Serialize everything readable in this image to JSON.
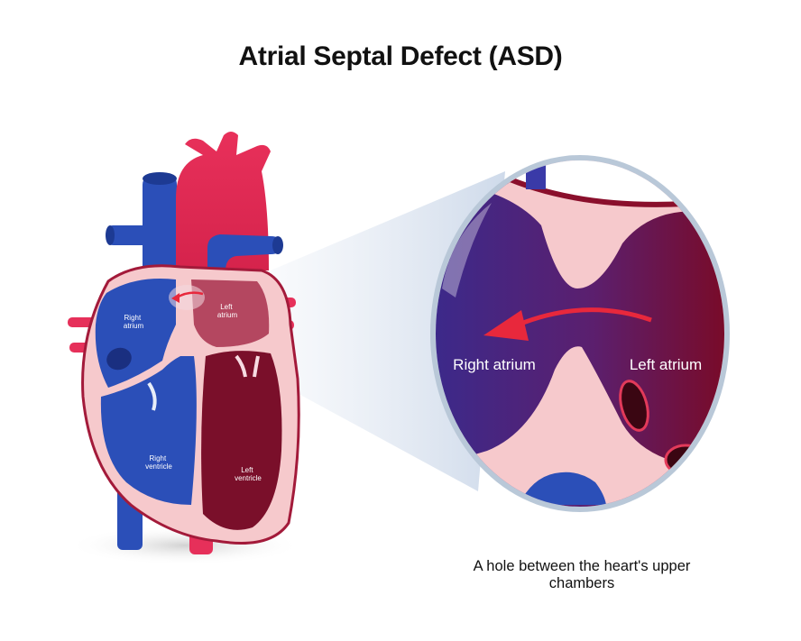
{
  "title": "Atrial Septal Defect (ASD)",
  "caption": "A hole between the heart's upper chambers",
  "heart_labels": {
    "right_atrium": [
      "Right",
      "atrium"
    ],
    "left_atrium": [
      "Left",
      "atrium"
    ],
    "right_ventricle": [
      "Right",
      "ventricle"
    ],
    "left_ventricle": [
      "Left",
      "ventricle"
    ]
  },
  "zoom_labels": {
    "right_atrium": "Right atrium",
    "left_atrium": "Left atrium"
  },
  "colors": {
    "deoxygenated": "#2b4fb8",
    "oxygenated": "#e6305a",
    "left_chamber": "#7a0f2a",
    "tissue": "#f6c9cc",
    "arrow": "#e8283c",
    "lens_rim": "#b9c8d8"
  }
}
